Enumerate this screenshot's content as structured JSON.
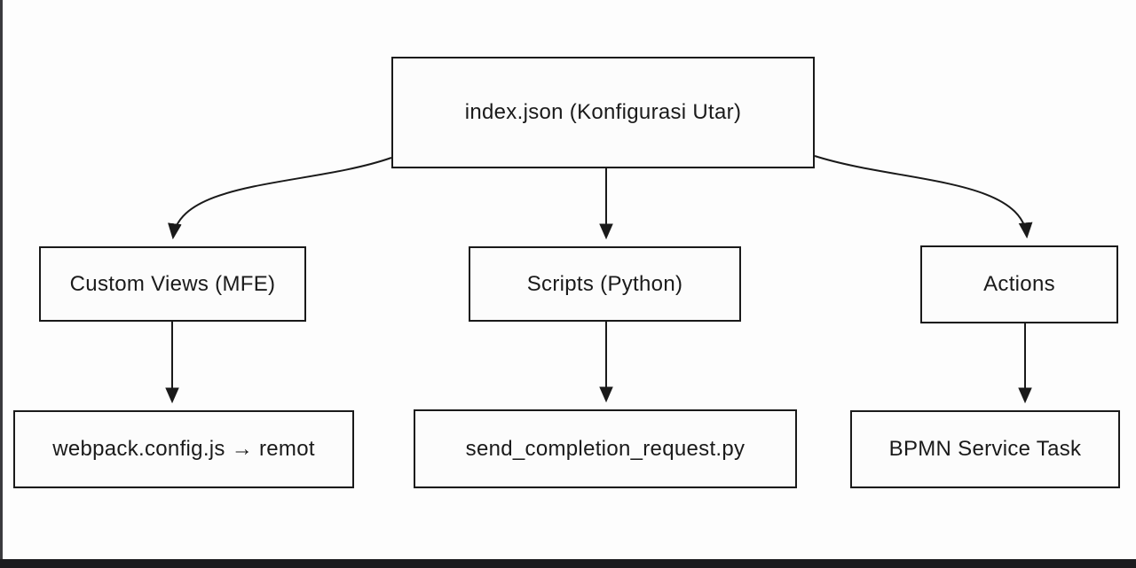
{
  "diagram": {
    "root": {
      "label": "index.json (Konfigurasi Utar)"
    },
    "level2": [
      {
        "label": "Custom Views (MFE)"
      },
      {
        "label": "Scripts (Python)"
      },
      {
        "label": "Actions"
      }
    ],
    "level3": [
      {
        "label": "webpack.config.js → remot"
      },
      {
        "label": "send_completion_request.py"
      },
      {
        "label": "BPMN Service Task"
      }
    ]
  },
  "colors": {
    "background": "#fdfdfd",
    "box_border": "#1a1a1a",
    "box_fill": "#fcfcfc",
    "text": "#1a1a1a",
    "connector": "#1a1a1a",
    "bottom_bar": "#1b1b1e",
    "left_edge_line": "#3a3a3e"
  }
}
